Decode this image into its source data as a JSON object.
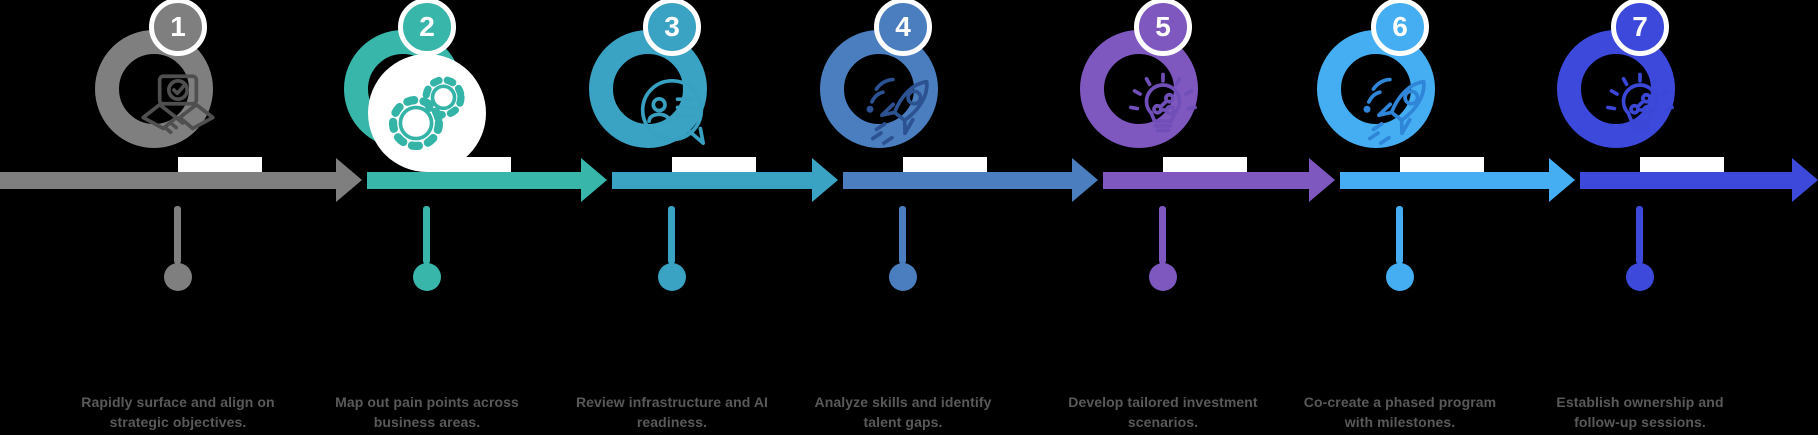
{
  "background_color": "#000000",
  "caption_color": "#595959",
  "badge_ring_color": "#FFFFFF",
  "notch_color": "#FFFFFF",
  "steps": [
    {
      "number": "1",
      "label": "Rapidly surface and align on strategic objectives.",
      "lines": [
        "Rapidly surface and align on",
        "strategic objectives."
      ],
      "color": "#7F7F7F",
      "icon": "handshake-agreement-icon",
      "icon_color": "#4F4F4F",
      "inner_fill": ""
    },
    {
      "number": "2",
      "label": "Map out pain points across business areas.",
      "lines": [
        "Map out pain points across",
        "business areas."
      ],
      "color": "#38B6AA",
      "icon": "gears-icon",
      "icon_color": "#34B3A7",
      "inner_fill": "#FFFFFF"
    },
    {
      "number": "3",
      "label": "Review infrastructure and AI readiness.",
      "lines": [
        "Review infrastructure and AI",
        "readiness."
      ],
      "color": "#3AA2C2",
      "icon": "chat-review-icon",
      "icon_color": "#38A0C0",
      "inner_fill": ""
    },
    {
      "number": "4",
      "label": "Analyze skills and identify talent gaps.",
      "lines": [
        "Analyze skills and identify",
        "talent gaps."
      ],
      "color": "#4B7EBE",
      "icon": "rocket-icon",
      "icon_color": "#2D5291",
      "inner_fill": ""
    },
    {
      "number": "5",
      "label": "Develop tailored investment scenarios.",
      "lines": [
        "Develop tailored investment",
        "scenarios."
      ],
      "color": "#7E57BF",
      "icon": "lightbulb-share-icon",
      "icon_color": "#7050B8",
      "inner_fill": ""
    },
    {
      "number": "6",
      "label": "Co-create a phased program with milestones.",
      "lines": [
        "Co-create a phased program",
        "with milestones."
      ],
      "color": "#45AEF2",
      "icon": "rocket-icon",
      "icon_color": "#2F86D9",
      "inner_fill": ""
    },
    {
      "number": "7",
      "label": "Establish ownership and follow-up sessions.",
      "lines": [
        "Establish ownership and",
        "follow-up sessions."
      ],
      "color": "#3C49DA",
      "icon": "lightbulb-share-icon",
      "icon_color": "#3B47D6",
      "inner_fill": ""
    }
  ]
}
